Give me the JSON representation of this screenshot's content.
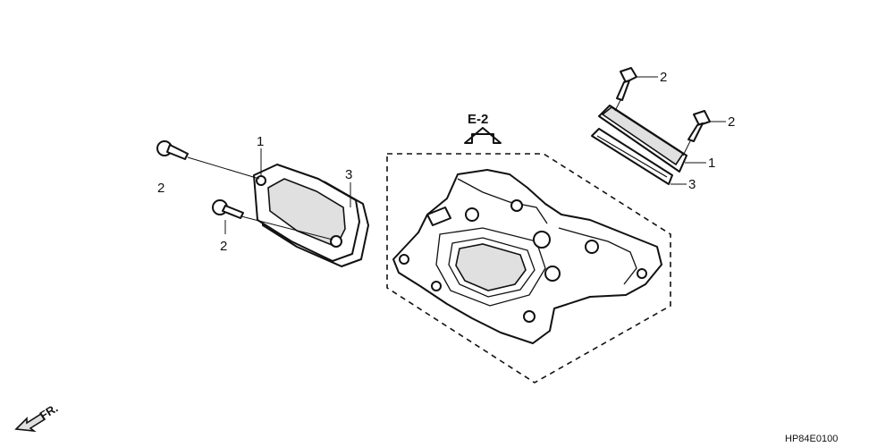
{
  "diagram": {
    "reference": "E-2",
    "direction": "FR.",
    "code": "HP84E0100",
    "callouts": {
      "left_bolt_top": "2",
      "left_bolt_bottom": "2",
      "left_cover": "1",
      "left_gasket": "3",
      "right_bolt_top": "2",
      "right_bolt_side": "2",
      "right_cover": "1",
      "right_gasket": "3"
    }
  }
}
